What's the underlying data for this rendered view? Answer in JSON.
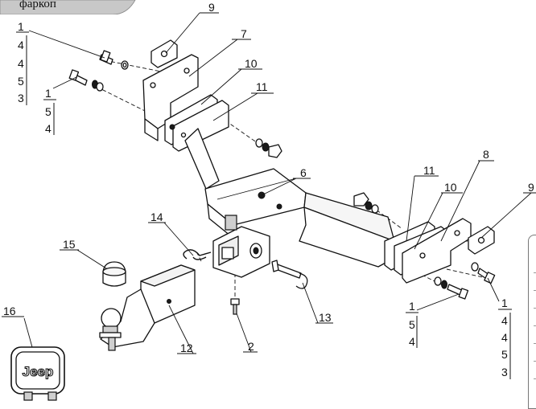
{
  "header": {
    "tab_label": "фаркоп",
    "tab_color": "#c8c8c8"
  },
  "callouts": {
    "p1": "1",
    "p2": "2",
    "p6": "6",
    "p7": "7",
    "p8": "8",
    "p9a": "9",
    "p9b": "9",
    "p10a": "10",
    "p10b": "10",
    "p11a": "11",
    "p11b": "11",
    "p12": "12",
    "p13": "13",
    "p14": "14",
    "p15": "15",
    "p16": "16"
  },
  "stacks": {
    "left_top": [
      "1",
      "4",
      "4",
      "5",
      "3"
    ],
    "left_mid": [
      "1",
      "5",
      "4"
    ],
    "right_mid": [
      "1",
      "5",
      "4"
    ],
    "right_col": [
      "1",
      "4",
      "4",
      "5",
      "3"
    ]
  },
  "cover_logo": "Jeep"
}
